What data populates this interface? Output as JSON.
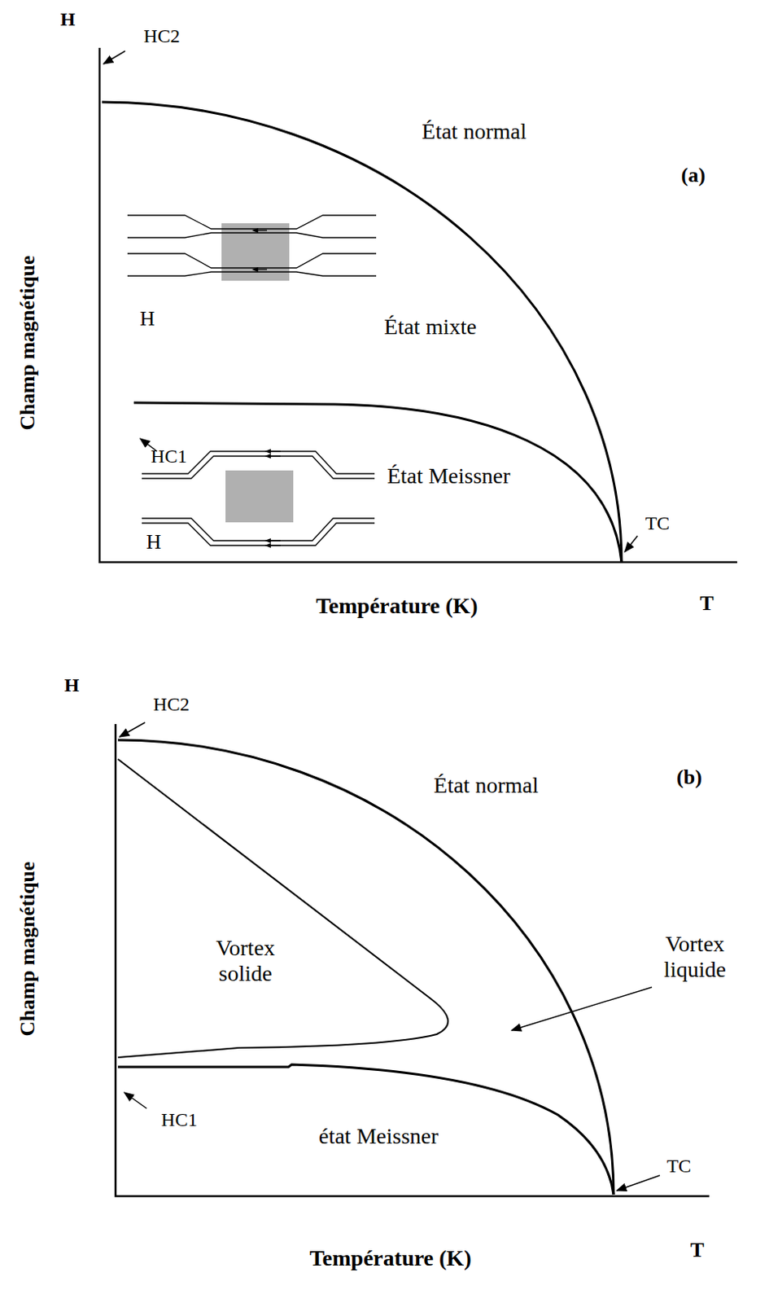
{
  "diagram": {
    "labels": [
      "H",
      "HC2",
      "État normal",
      "(a)",
      "H",
      "État mixte",
      "HC1",
      "État Meissner",
      "H",
      "TC",
      "Champ magnétique",
      "Température (K)",
      "T",
      "H",
      "HC2",
      "État normal",
      "(b)",
      "Vortex solide",
      "Vortex liquide",
      "HC1",
      "état Meissner",
      "TC",
      "Champ magnétique",
      "Température (K)",
      "T"
    ]
  }
}
